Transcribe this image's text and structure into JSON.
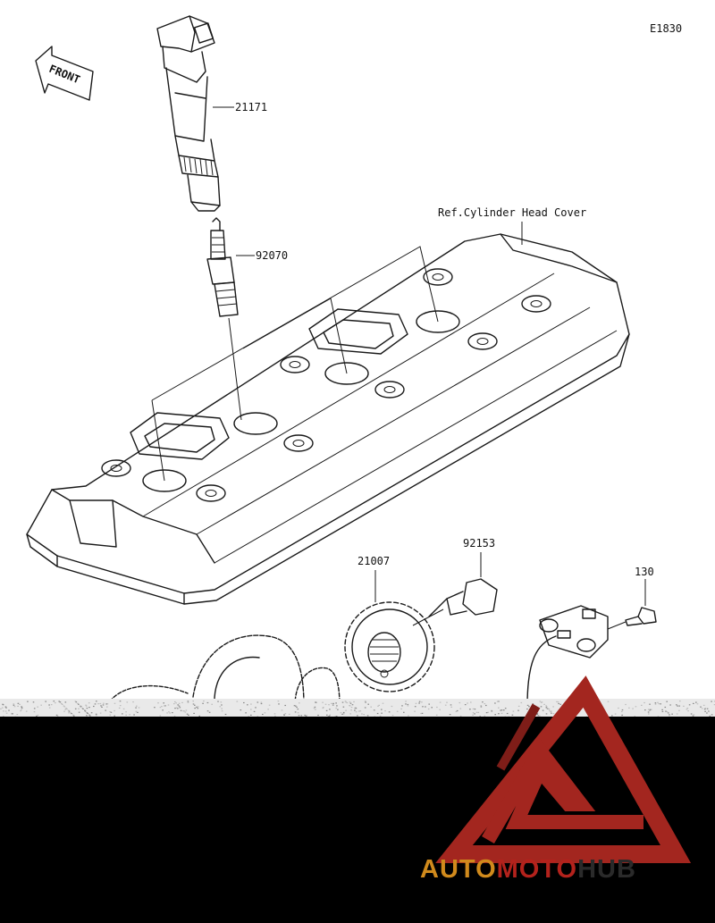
{
  "diagram_code": "E1830",
  "front_indicator": "FRONT",
  "reference_label": "Ref.Cylinder Head Cover",
  "parts": [
    {
      "number": "21171"
    },
    {
      "number": "92070"
    },
    {
      "number": "21007"
    },
    {
      "number": "92153"
    },
    {
      "number": "130"
    }
  ],
  "watermark": {
    "brand_part1": "AUTO",
    "brand_part2": "MOTO",
    "brand_part3": "HUB",
    "colors": {
      "part1": "#d08a1c",
      "part2": "#b3221c",
      "part3": "#2a2a2a",
      "logo": "#a3261f"
    }
  }
}
